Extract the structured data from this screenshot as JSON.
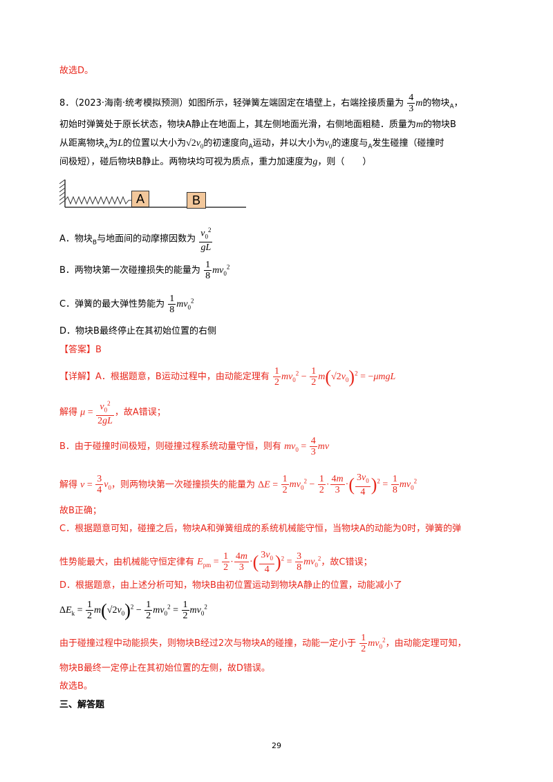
{
  "prev_conclusion": "故选D。",
  "question": {
    "number": "8．",
    "source": "（2023·海南·统考模拟预测）",
    "line1_a": "如图所示，轻弹簧左端固定在墙壁上，右端拴接质量为",
    "line1_b": "的物块",
    "line2": "初始时弹簧处于原长状态，物块A静止在地面上，其左侧地面光滑，右侧地面粗糙．质量为",
    "line2_b": "的物块B",
    "line3_a": "从距离物块",
    "line3_b": "为",
    "line3_c": "的位置以大小为",
    "line3_d": "的初速度向",
    "line3_e": "运动，并以大小为",
    "line3_f": "的速度与",
    "line3_g": "发生碰撞（碰撞时",
    "line4": "间极短），碰后物块B静止。两物块均可视为质点，重力加速度为",
    "line4_b": "，则（　　）",
    "figure_labels": {
      "a": "A",
      "b": "B"
    }
  },
  "options": {
    "a_prefix": "A．物块",
    "a_mid": "与地面间的动摩擦因数为",
    "b": "B．两物块第一次碰撞损失的能量为",
    "c": "C．弹簧的最大弹性势能为",
    "d_prefix": "D．物块",
    "d_suffix": "最终停止在其初始位置的右侧"
  },
  "answer": {
    "label": "【答案】",
    "value": "B"
  },
  "solution": {
    "detail_label": "【详解】",
    "a1": "A．根据题意，B运动过程中，由动能定理有",
    "a2": "解得",
    "a2_end": "，故A错误；",
    "b1": "B．由于碰撞时间极短，则碰撞过程系统动量守恒，则有",
    "b2": "解得",
    "b2_mid": "，则两物块第一次碰撞损失的能量为",
    "b3": "故B正确；",
    "c1": "C．根据题意可知，碰撞之后，物块A和弹簧组成的系统机械能守恒，当物块A的动能为0时，弹簧的弹",
    "c2": "性势能最大，由机械能守恒定律有",
    "c2_end": "，故C错误；",
    "d1": "D．根据题意，由上述分析可知，物块B由初位置运动到物块A静止的位置，动能减小了",
    "d3": "由于碰撞过程中动能损失，则物块B经过2次与物块A的碰撞，动能一定小于",
    "d3_end": "，由动能定理可知，",
    "d4": "物块B最终一定停止在其初始位置的左侧，故D错误。",
    "conclusion": "故选B。"
  },
  "section_heading": "三、解答题",
  "page_number": "29"
}
